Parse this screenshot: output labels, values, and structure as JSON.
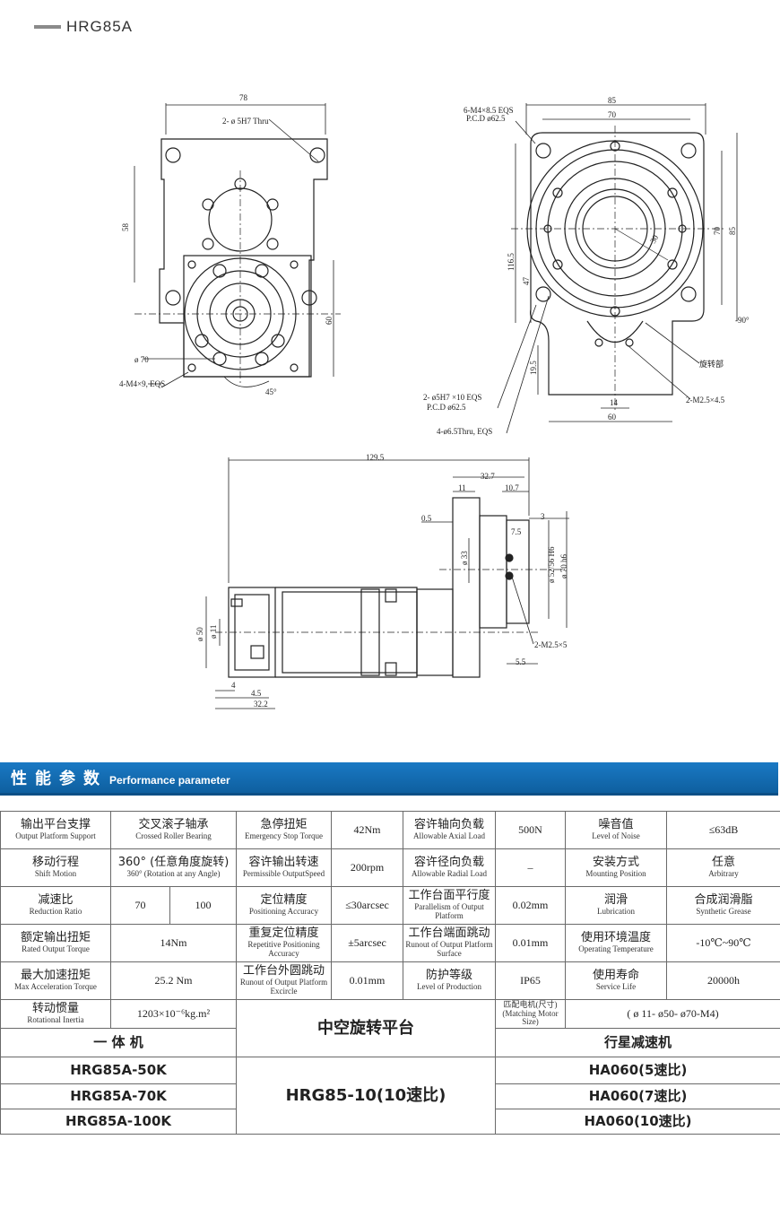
{
  "header": {
    "model": "HRG85A"
  },
  "drawing": {
    "dims": {
      "d78": "78",
      "d85": "85",
      "d70": "70",
      "d58": "58",
      "d60": "60",
      "d1165": "116.5",
      "d47": "47",
      "d195": "19.5",
      "d14": "14",
      "d60b": "60",
      "d70v": "70",
      "d85v": "85",
      "d1295": "129.5",
      "d327": "32.7",
      "d11": "11",
      "d107": "10.7",
      "d05": "0.5",
      "d3": "3",
      "d75": "7.5",
      "d33": "ø 33",
      "d52": "ø 52/56 H6",
      "d70h": "ø 70 h6",
      "d50": "ø 50",
      "d11s": "ø 11",
      "d4": "4",
      "d45": "4.5",
      "d322": "32.2",
      "d55": "5.5",
      "phi70": "ø 70",
      "angle45": "45°",
      "r30": "30",
      "temp90": "-90°",
      "thru": "2- ø 5H7 Thru",
      "m4a": "4-M4×9, EQS",
      "m4b": "6-M4×8.5 EQS",
      "pcd1": "P.C.D ø62.5",
      "thru2": "2- ø5H7 ×10 EQS",
      "pcd2": "P.C.D ø62.5",
      "thru3": "4-ø6.5Thru, EQS",
      "rot": "旋转部",
      "m25": "2-M2.5×4.5",
      "m25b": "2-M2.5×5"
    }
  },
  "section": {
    "title_cn": "性能参数",
    "title_en": "Performance parameter"
  },
  "spec": {
    "r1": {
      "a_cn": "输出平台支撑",
      "a_en": "Output Platform Support",
      "a_val_cn": "交叉滚子轴承",
      "a_val_en": "Crossed Roller Bearing",
      "b_cn": "急停扭矩",
      "b_en": "Emergency Stop Torque",
      "b_val": "42Nm",
      "c_cn": "容许轴向负载",
      "c_en": "Allowable Axial Load",
      "c_val": "500N",
      "d_cn": "噪音值",
      "d_en": "Level of Noise",
      "d_val": "≤63dB"
    },
    "r2": {
      "a_cn": "移动行程",
      "a_en": "Shift Motion",
      "a_val1": "360° (任意角度旋转)",
      "a_val2": "360°  (Rotation at any Angle)",
      "b_cn": "容许输出转速",
      "b_en": "Permissible OutputSpeed",
      "b_val": "200rpm",
      "c_cn": "容许径向负载",
      "c_en": "Allowable Radial Load",
      "c_val": "–",
      "d_cn": "安装方式",
      "d_en": "Mounting Position",
      "d_val_cn": "任意",
      "d_val_en": "Arbitrary"
    },
    "r3": {
      "a_cn": "减速比",
      "a_en": "Reduction Ratio",
      "a_val1": "70",
      "a_val2": "100",
      "b_cn": "定位精度",
      "b_en": "Positioning Accuracy",
      "b_val": "≤30arcsec",
      "c_cn": "工作台面平行度",
      "c_en": "Parallelism of Output Platform",
      "c_val": "0.02mm",
      "d_cn": "润滑",
      "d_en": "Lubrication",
      "d_val_cn": "合成润滑脂",
      "d_val_en": "Synthetic Grease"
    },
    "r4": {
      "a_cn": "额定输出扭矩",
      "a_en": "Rated Output Torque",
      "a_val": "14Nm",
      "b_cn": "重复定位精度",
      "b_en": "Repetitive Positioning Accuracy",
      "b_val": "±5arcsec",
      "c_cn": "工作台端面跳动",
      "c_en": "Runout of Output Platform Surface",
      "c_val": "0.01mm",
      "d_cn": "使用环境温度",
      "d_en": "Operating  Temperature",
      "d_val": "-10℃~90℃"
    },
    "r5": {
      "a_cn": "最大加速扭矩",
      "a_en": "Max Acceleration Torque",
      "a_val": "25.2 Nm",
      "b_cn": "工作台外圆跳动",
      "b_en": "Runout of Output Platform Excircle",
      "b_val": "0.01mm",
      "c_cn": "防护等级",
      "c_en": "Level of Production",
      "c_val": "IP65",
      "d_cn": "使用寿命",
      "d_en": "Service Life",
      "d_val": "20000h"
    },
    "r6": {
      "a_cn": "转动惯量",
      "a_en": "Rotational Inertia",
      "a_val": "1203×10⁻⁶kg.m²",
      "mid": "中空旋转平台",
      "c_cn": "匹配电机(尺寸)",
      "c_en": "(Matching Motor Size)",
      "c_val": "( ø 11- ø50- ø70-M4)"
    },
    "r7": {
      "left": "一 体 机",
      "right": "行星减速机"
    },
    "models": {
      "left": [
        "HRG85A-50K",
        "HRG85A-70K",
        "HRG85A-100K"
      ],
      "mid": "HRG85-10(10速比)",
      "right": [
        "HA060(5速比)",
        "HA060(7速比)",
        "HA060(10速比)"
      ]
    }
  }
}
